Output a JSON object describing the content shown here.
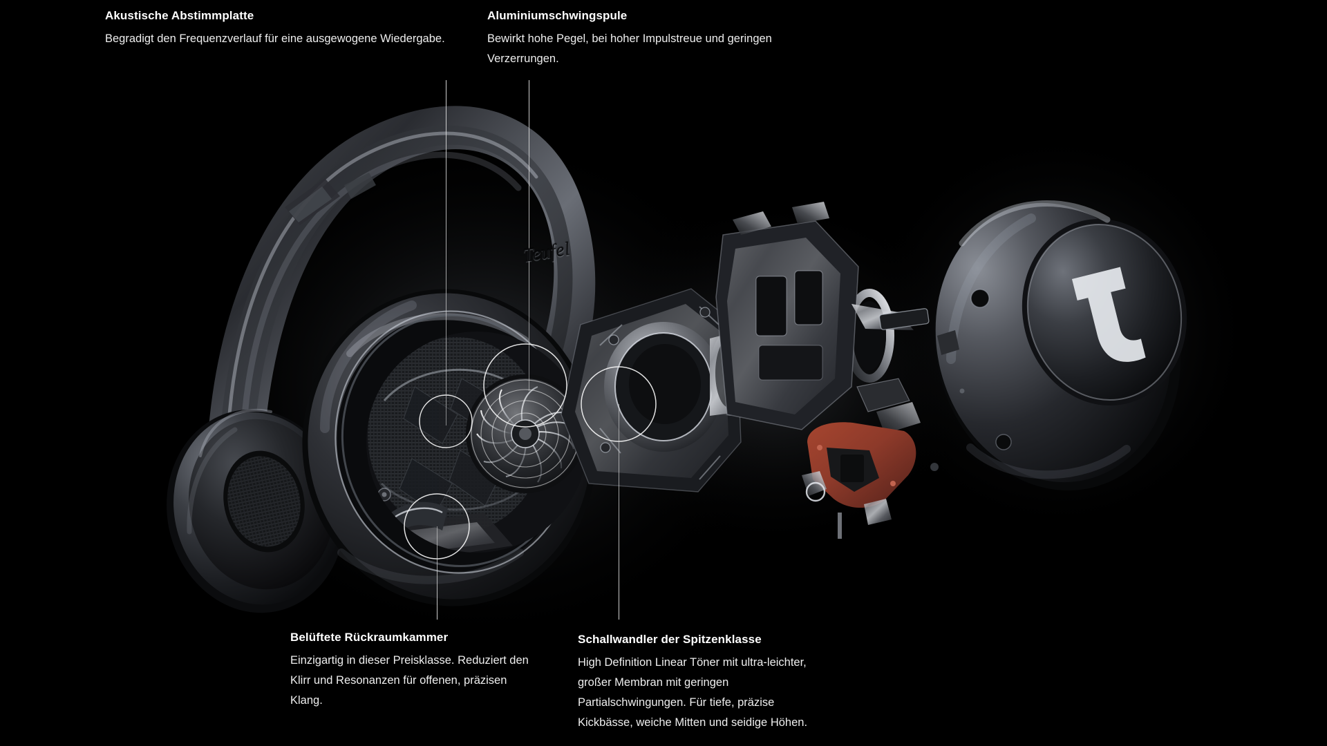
{
  "page": {
    "background_color": "#000000",
    "text_color": "#ffffff",
    "brand": "Teufel",
    "product_type": "Over-Ear Kopfhörer – Explosionsdarstellung"
  },
  "brand_marks": {
    "wordmark": "Teufel",
    "logo_letter": "T"
  },
  "callouts": [
    {
      "id": "tuning-plate",
      "title": "Akustische Abstimmplatte",
      "body_lines": [
        "Begradigt den Frequenzverlauf für eine ausgewogene Wiedergabe."
      ],
      "position": "top-left"
    },
    {
      "id": "voice-coil",
      "title": "Aluminiumschwingspule",
      "body_lines": [
        "Bewirkt hohe Pegel, bei hoher Impulstreue und geringen",
        "Verzerrungen."
      ],
      "position": "top-center"
    },
    {
      "id": "rear-chamber",
      "title": "Belüftete Rückraumkammer",
      "body_lines": [
        "Einzigartig in dieser Preisklasse. Reduziert den",
        "Klirr und Resonanzen für offenen, präzisen",
        "Klang."
      ],
      "position": "bottom-left"
    },
    {
      "id": "transducer",
      "title": "Schallwandler der Spitzenklasse",
      "body_lines": [
        "High Definition Linear Töner mit ultra-leichter,",
        "großer Membran mit geringen",
        "Partialschwingungen. Für tiefe, präzise",
        "Kickbässe, weiche Mitten und seidige Höhen."
      ],
      "position": "bottom-center"
    }
  ],
  "accents": {
    "leader_line_color": "#dcdcdc",
    "ring_color": "#f5f5f5",
    "flex_pcb_color": "#8d3a2a",
    "metal_light": "#d8dade",
    "metal_mid": "#8d9096",
    "metal_dark": "#3a3d42",
    "shell_dark": "#131417"
  }
}
